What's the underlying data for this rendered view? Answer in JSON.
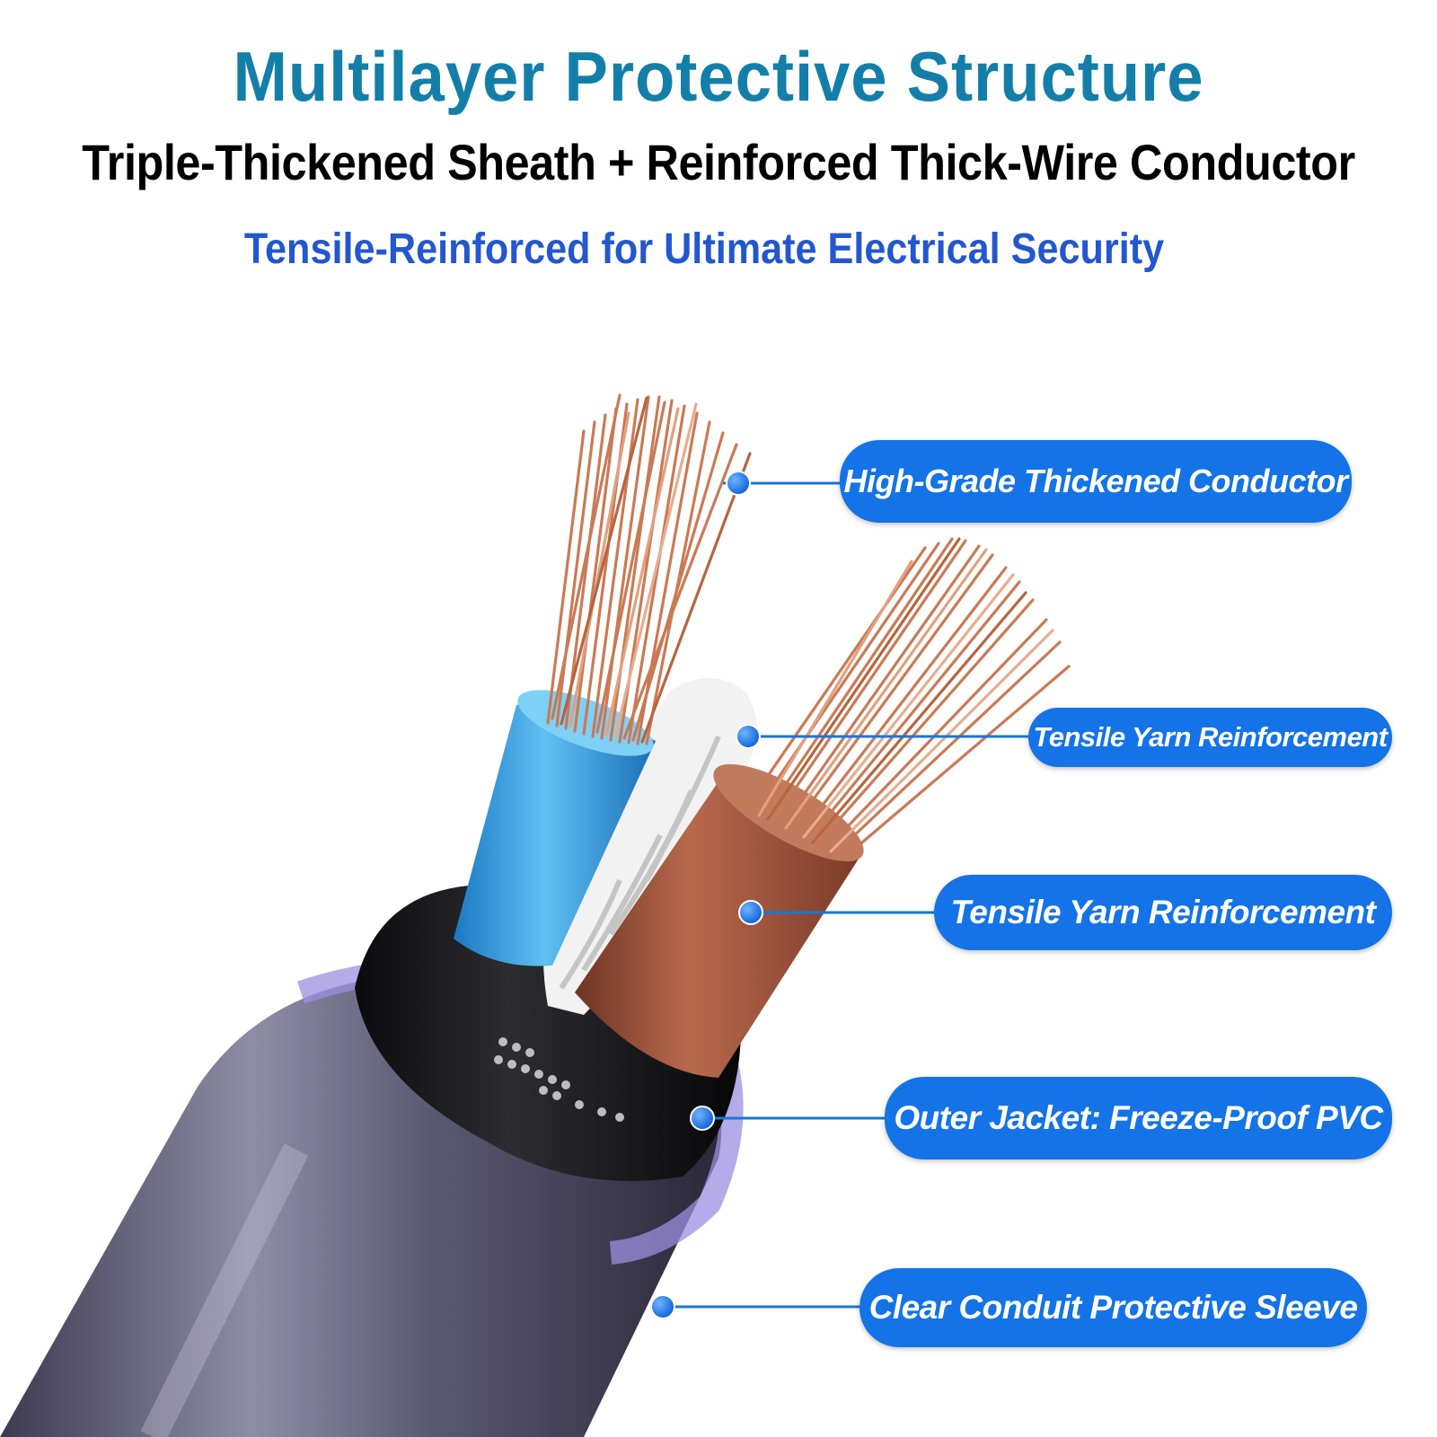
{
  "header": {
    "title": "Multilayer Protective Structure",
    "subtitle": "Triple-Thickened Sheath + Reinforced Thick-Wire Conductor",
    "tagline": "Tensile-Reinforced for Ultimate Electrical Security"
  },
  "callouts": [
    {
      "label": "High-Grade Thickened Conductor"
    },
    {
      "label": "Tensile Yarn Reinforcement"
    },
    {
      "label": "Tensile Yarn Reinforcement"
    },
    {
      "label": "Outer Jacket: Freeze-Proof PVC"
    },
    {
      "label": "Clear Conduit Protective Sleeve"
    }
  ],
  "colors": {
    "title": "#137fa9",
    "subtitle": "#000000",
    "tagline": "#2357cf",
    "callout_fill": "#1473e6",
    "copper": "#c9734f",
    "blue_insulation": "#3aa0e0",
    "brown_insulation": "#a0553d",
    "black_sheath": "#1b1b1d",
    "clear_sleeve": "#5a5672"
  }
}
